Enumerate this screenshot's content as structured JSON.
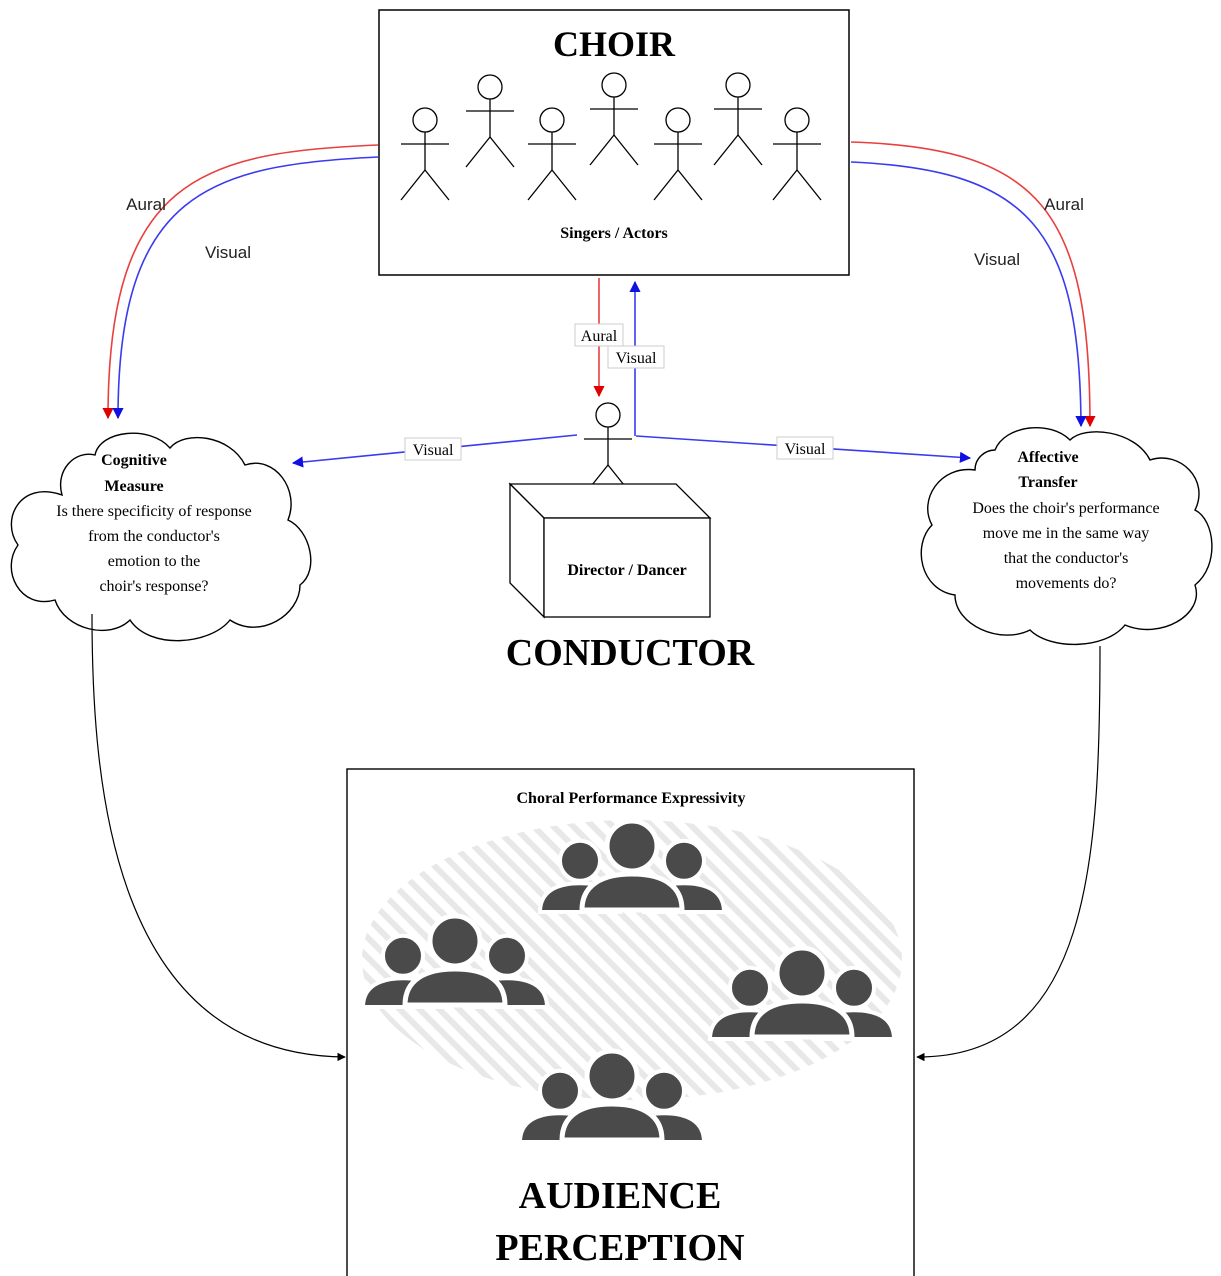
{
  "choir": {
    "title": "CHOIR",
    "subtitle": "Singers / Actors"
  },
  "conductor": {
    "title": "CONDUCTOR",
    "box_label": "Director / Dancer"
  },
  "cognitive": {
    "title_line1": "Cognitive",
    "title_line2": "Measure",
    "body": [
      "Is there specificity of response",
      "from the conductor's",
      "emotion to the",
      "choir's response?"
    ]
  },
  "affective": {
    "title_line1": "Affective",
    "title_line2": "Transfer",
    "body": [
      "Does the choir's performance",
      "move me in the same way",
      "that the conductor's",
      "movements do?"
    ]
  },
  "audience": {
    "header": "Choral Performance Expressivity",
    "title_line1": "AUDIENCE",
    "title_line2": "PERCEPTION"
  },
  "labels": {
    "aural_left": "Aural",
    "visual_left": "Visual",
    "aural_right": "Aural",
    "visual_right": "Visual",
    "aural_center": "Aural",
    "visual_center": "Visual",
    "visual_to_cognitive": "Visual",
    "visual_to_affective": "Visual"
  },
  "colors": {
    "aural": "#e8403f",
    "visual": "#3a3af0",
    "audience_icon": "#4a4a4a",
    "outline": "#000000"
  }
}
